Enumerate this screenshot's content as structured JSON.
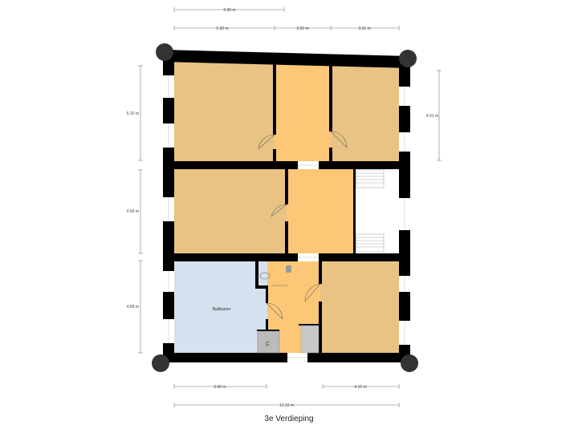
{
  "title": "3e Verdieping",
  "dimensions": {
    "top_overall": "6.00 m",
    "top_left": "5.30 m",
    "top_mid": "3.00 m",
    "top_right": "3.51 m",
    "left_top": "5.10 m",
    "left_mid": "4.50 m",
    "left_bottom": "4.89 m",
    "right_top": "4.91 m",
    "bottom_left": "5.00 m",
    "bottom_right": "4.10 m",
    "bottom_overall": "12.10 m"
  },
  "rooms": {
    "bathroom_label": "Badkamer"
  },
  "colors": {
    "wall": "#000000",
    "room": "#e9c384",
    "hall": "#fcc777",
    "bathroom": "#d5e1ee",
    "stairs_bg": "#ffffff"
  }
}
